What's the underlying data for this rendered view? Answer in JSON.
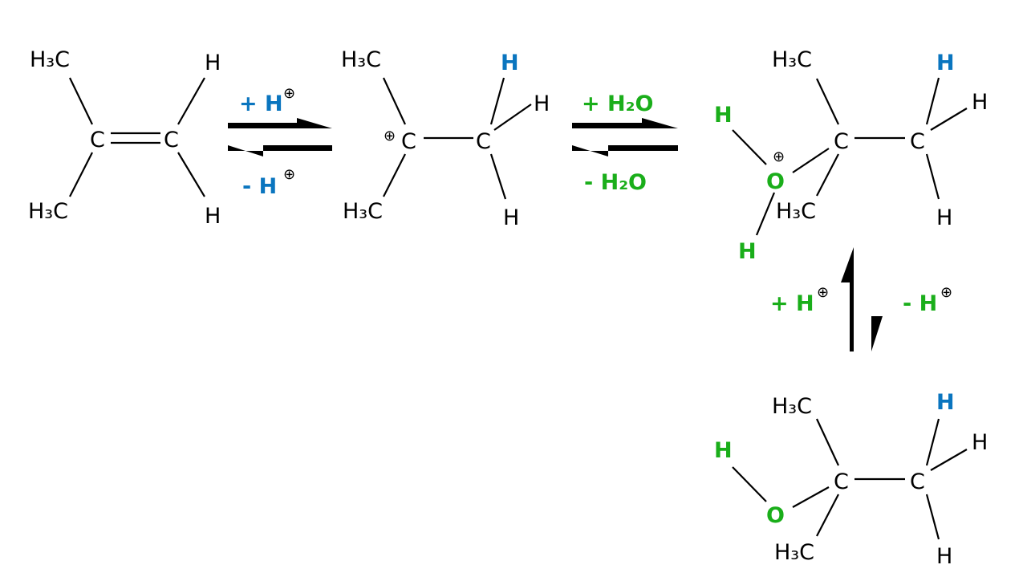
{
  "colors": {
    "proton": "#0a75bf",
    "water": "#1aae1a"
  },
  "molecule1": {
    "c1": "C",
    "c2": "C",
    "ch3_top": "H₃C",
    "ch3_bottom": "H₃C",
    "h_top": "H",
    "h_bottom": "H"
  },
  "step1": {
    "forward": "+ H",
    "reverse": "- H",
    "charge": "⊕"
  },
  "molecule2": {
    "charge": "⊕",
    "c1": "C",
    "c2": "C",
    "ch3_top": "H₃C",
    "ch3_bottom": "H₃C",
    "h_added": "H",
    "h_right": "H",
    "h_bottom": "H"
  },
  "step2": {
    "forward": "+ H₂O",
    "reverse": "- H₂O"
  },
  "molecule3": {
    "h_o_top": "H",
    "o": "O",
    "charge": "⊕",
    "h_o_bottom": "H",
    "c1": "C",
    "c2": "C",
    "ch3_top": "H₃C",
    "ch3_bottom": "H₃C",
    "h_added": "H",
    "h_right": "H",
    "h_bottom": "H"
  },
  "step3": {
    "forward": "+ H",
    "reverse": "- H",
    "charge": "⊕"
  },
  "molecule4": {
    "h_o": "H",
    "o": "O",
    "c1": "C",
    "c2": "C",
    "ch3_top": "H₃C",
    "ch3_bottom": "H₃C",
    "h_added": "H",
    "h_right": "H",
    "h_bottom": "H"
  }
}
